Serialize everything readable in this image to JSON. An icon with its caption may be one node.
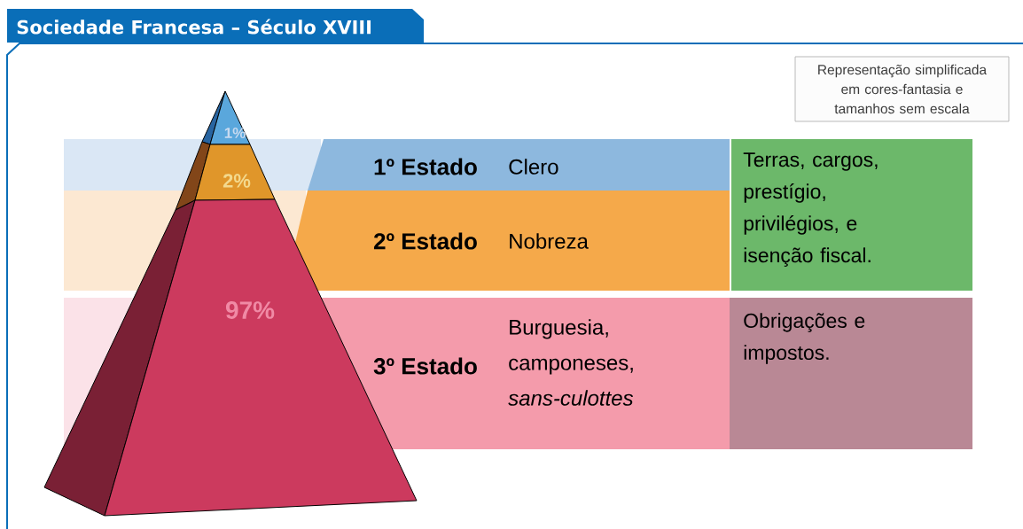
{
  "diagram": {
    "title": "Sociedade Francesa – Século XVIII",
    "nodes": [
      {
        "text": [
          "1%"
        ]
      },
      {
        "text": [
          "2%"
        ]
      },
      {
        "text": [
          "97%"
        ]
      },
      {
        "text": [
          "1º Estado",
          "Clero"
        ]
      },
      {
        "text": [
          "2º Estado",
          "Nobreza"
        ]
      },
      {
        "text": [
          "Terras, cargos, prestígio, privilégios, e isenção fiscal."
        ]
      },
      {
        "text": [
          "3º Estado",
          "Burguesia, camponeses, *sans-culottes*"
        ]
      },
      {
        "text": [
          "Obrigações e impostos."
        ]
      },
      {
        "text": [
          "Representação simplificada em cores-fantasia e tamanhos sem escala"
        ]
      }
    ]
  }
}
